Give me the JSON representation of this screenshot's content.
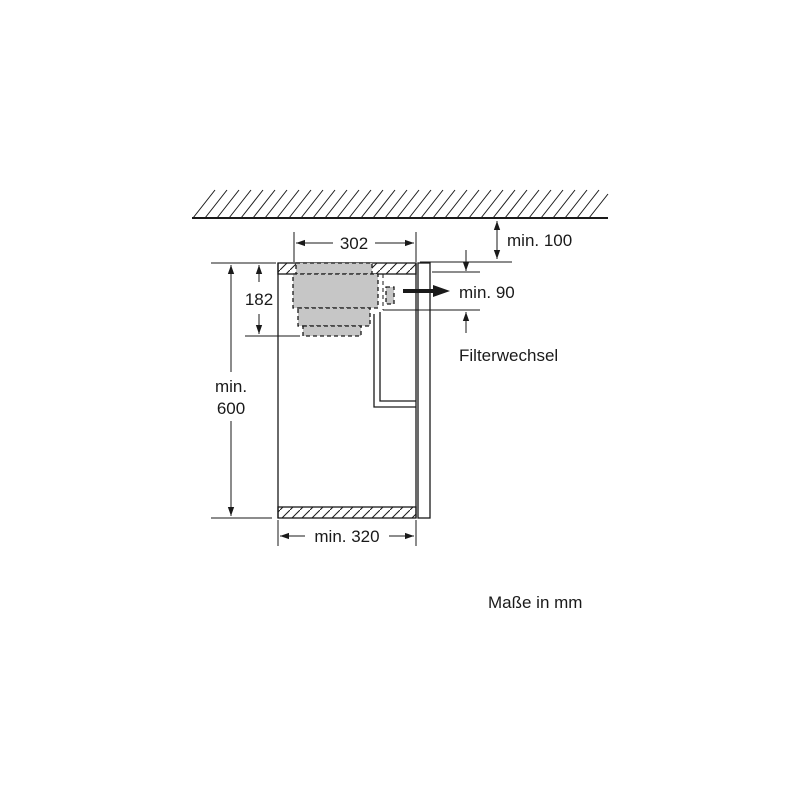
{
  "diagram": {
    "type": "installation-dimension-drawing",
    "subject": "cooker hood / built-in extractor installation cross-section",
    "dimensions": {
      "width_top": "302",
      "ceiling_clearance": "min. 100",
      "filter_clearance": "min. 90",
      "filter_label": "Filterwechsel",
      "unit_height": "182",
      "cabinet_height_line1": "min.",
      "cabinet_height_line2": "600",
      "cabinet_width": "min. 320"
    },
    "units_note": "Maße in mm",
    "colors": {
      "line": "#1a1a1a",
      "component_fill": "#c6c6c6",
      "background": "#ffffff"
    }
  }
}
